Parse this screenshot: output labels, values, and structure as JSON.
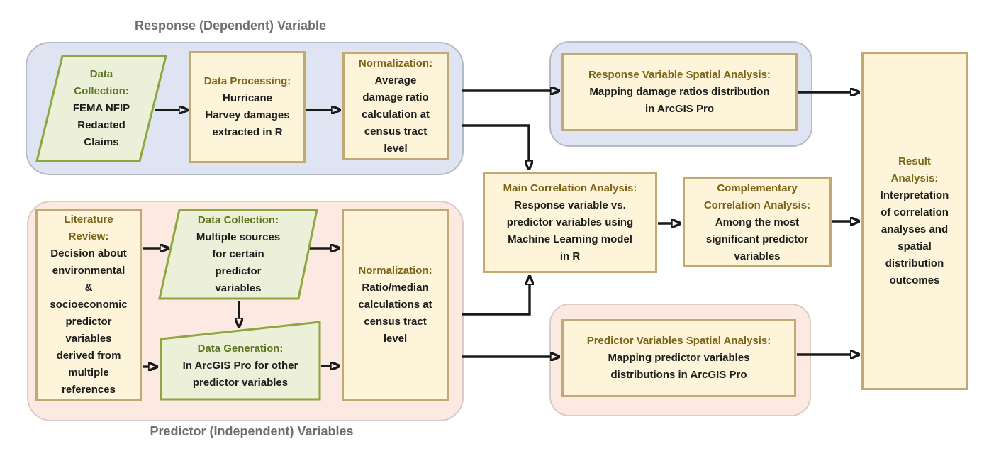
{
  "sections": {
    "response_label": "Response (Dependent) Variable",
    "predictor_label": "Predictor (Independent) Variables"
  },
  "nodes": {
    "data_collection_response": {
      "title": "Data\nCollection:",
      "body": "FEMA NFIP\nRedacted\nClaims"
    },
    "data_processing": {
      "title": "Data Processing:",
      "body": "Hurricane\nHarvey damages\nextracted in R"
    },
    "normalization_response": {
      "title": "Normalization:",
      "body": "Average\ndamage ratio\ncalculation at\ncensus tract\nlevel"
    },
    "response_spatial": {
      "title": "Response Variable Spatial Analysis:",
      "body": "Mapping damage ratios distribution\nin ArcGIS Pro"
    },
    "main_correlation": {
      "title": "Main Correlation Analysis:",
      "body": "Response variable vs.\npredictor variables using\nMachine Learning model\nin R"
    },
    "complementary_correlation": {
      "title": "Complementary\nCorrelation Analysis:",
      "body": "Among the most\nsignificant predictor\nvariables"
    },
    "result_analysis": {
      "title": "Result\nAnalysis:",
      "body": "Interpretation\nof correlation\nanalyses and\nspatial\ndistribution\noutcomes"
    },
    "literature_review": {
      "title": "Literature\nReview:",
      "body": "Decision about\nenvironmental\n&\nsocioeconomic\npredictor\nvariables\nderived from\nmultiple\nreferences"
    },
    "data_collection_predictor": {
      "title": "Data Collection:",
      "body": "Multiple sources\nfor certain\npredictor\nvariables"
    },
    "data_generation": {
      "title": "Data Generation:",
      "body": "In ArcGIS Pro for other\npredictor variables"
    },
    "normalization_predictor": {
      "title": "Normalization:",
      "body": "Ratio/median\ncalculations at\ncensus tract\nlevel"
    },
    "predictor_spatial": {
      "title": "Predictor Variables Spatial Analysis:",
      "body": "Mapping predictor variables\ndistributions in ArcGIS Pro"
    }
  },
  "colors": {
    "green_border": "#8da63e",
    "green_fill": "#ecf0d9",
    "green_title": "#5e7621",
    "tan_border": "#c2a873",
    "cream_fill": "#fdf4d9",
    "brown_title": "#7d6317",
    "blue_group_fill": "#dfe4f2",
    "blue_group_border": "#b6bac6",
    "pink_group_fill": "#fceae2",
    "pink_group_border": "#d9cbc5",
    "section_label_gray": "#6e6e6e",
    "body_text": "#1c1c1c",
    "arrow": "#1a1a1a"
  }
}
